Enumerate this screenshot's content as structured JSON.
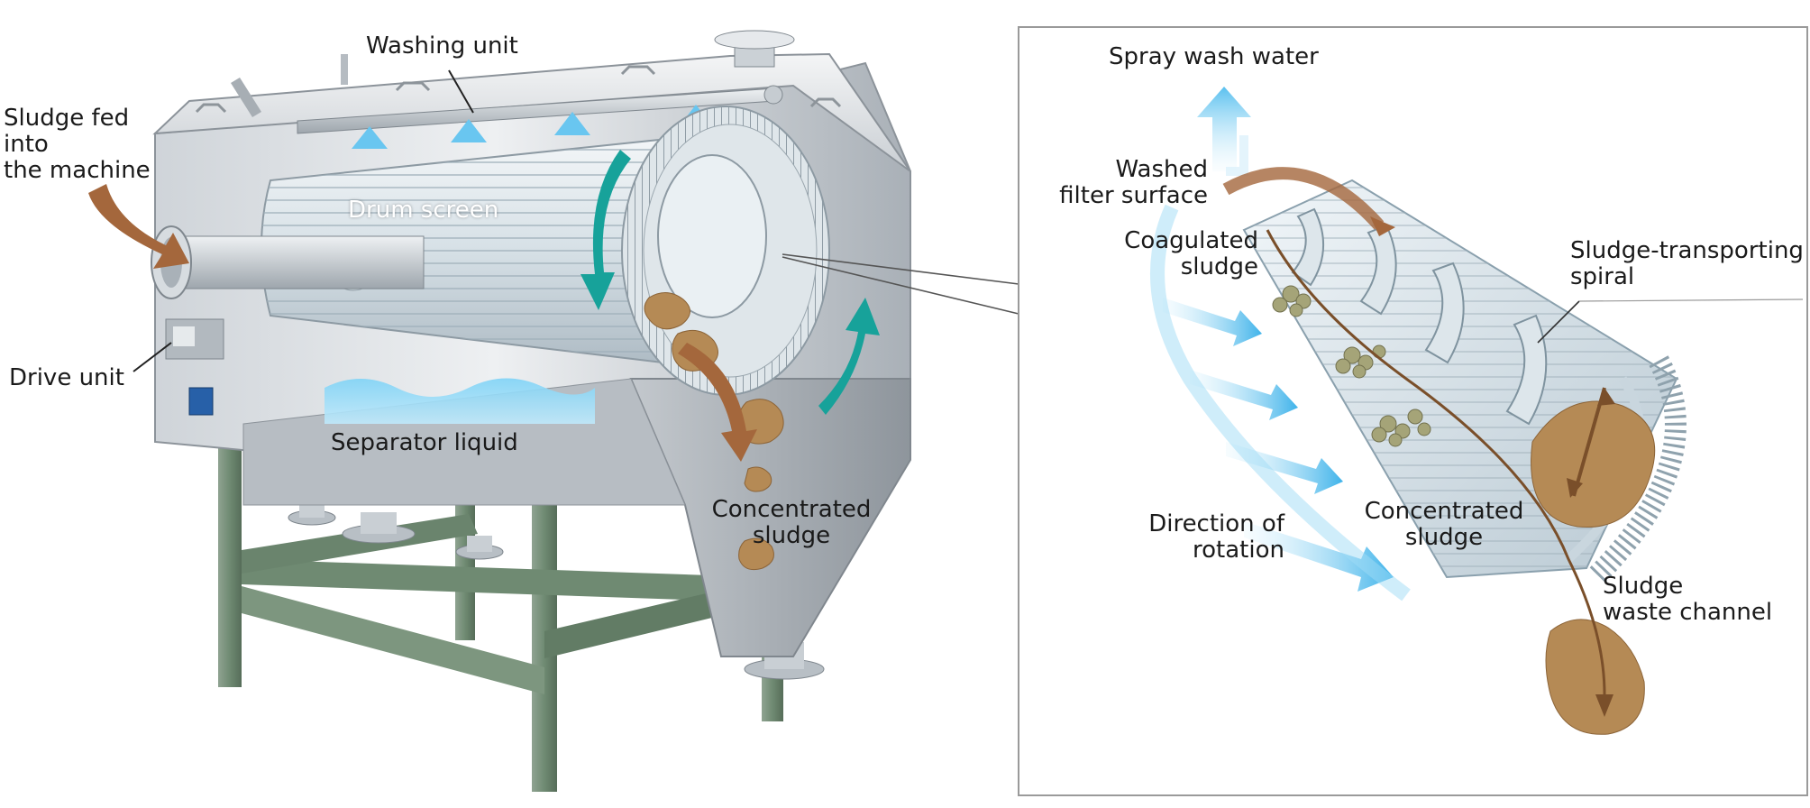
{
  "labels": {
    "washing_unit": "Washing unit",
    "sludge_fed": "Sludge fed\ninto\nthe machine",
    "drum_screen": "Drum screen",
    "drive_unit": "Drive unit",
    "separator_liquid": "Separator liquid",
    "concentrated_sludge_left": "Concentrated\nsludge",
    "spray_wash_water": "Spray wash water",
    "washed_filter_surface": "Washed\nfilter surface",
    "coagulated_sludge": "Coagulated\nsludge",
    "sludge_transporting_spiral": "Sludge-transporting\nspiral",
    "direction_of_rotation": "Direction of\nrotation",
    "concentrated_sludge_right": "Concentrated\nsludge",
    "sludge_waste_channel": "Sludge\nwaste channel"
  },
  "colors": {
    "steel_light": "#e2e6ea",
    "steel_dark": "#9aa2aa",
    "frame_green": "#6f8a72",
    "teal_arrow": "#17a29a",
    "brown_arrow": "#a4673c",
    "sludge": "#b58a55",
    "water_blue": "#5cc0ee",
    "inset_border": "#9a9a9a"
  }
}
